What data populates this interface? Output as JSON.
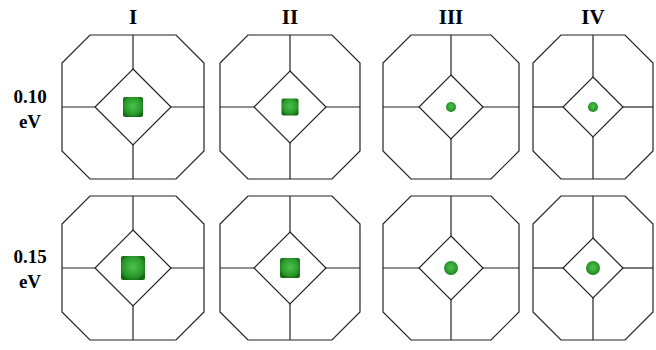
{
  "diagram": {
    "labels": [
      "I",
      "II",
      "III",
      "IV",
      "0.10 eV",
      "0.15 eV"
    ]
  }
}
